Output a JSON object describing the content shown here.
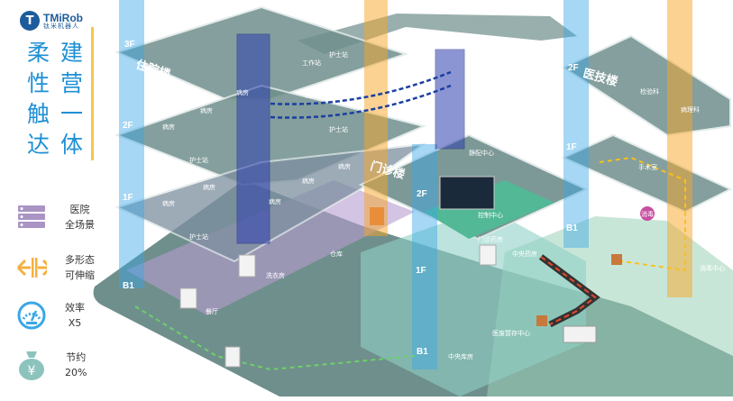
{
  "brand": {
    "logo_en": "TMiRob",
    "logo_cn": "钛米机器人"
  },
  "slogan": {
    "col1": [
      "柔",
      "性",
      "触",
      "达"
    ],
    "col2": [
      "建",
      "营",
      "一",
      "体"
    ]
  },
  "features": [
    {
      "icon": "server-icon",
      "line1": "医院",
      "line2": "全场景",
      "color": "#a994c4"
    },
    {
      "icon": "expand-arrows-icon",
      "line1": "多形态",
      "line2": "可伸缩",
      "color": "#f5b041"
    },
    {
      "icon": "speedometer-icon",
      "line1": "效率",
      "line2": "X5",
      "color": "#3aa7e6"
    },
    {
      "icon": "money-bag-icon",
      "line1": "节约",
      "line2": "20%",
      "color": "#8cc4bd"
    }
  ],
  "buildings": {
    "inpatient": {
      "name": "住院楼",
      "floors": [
        "3F",
        "2F",
        "1F",
        "B1"
      ],
      "rooms": {
        "workstation": "工作站",
        "nurse_station": "护士站",
        "ward": "病房",
        "canteen": "餐厅",
        "laundry": "洗衣房",
        "warehouse": "仓库"
      }
    },
    "outpatient": {
      "name": "门诊楼",
      "floors": [
        "2F",
        "1F",
        "B1"
      ],
      "rooms": {
        "pivas": "静配中心",
        "control": "控制中心",
        "outpatient_pharmacy": "门诊药房",
        "central_pharmacy": "中央药房",
        "medical_waste": "医废暂存中心",
        "central_store": "中央库房"
      }
    },
    "tech": {
      "name": "医技楼",
      "floors": [
        "2F",
        "1F",
        "B1"
      ],
      "rooms": {
        "lab": "检验科",
        "pathology": "病理科",
        "surgery": "手术室",
        "disinfect_badge": "消毒",
        "disinfect_center": "消毒中心"
      }
    }
  },
  "colors": {
    "floor": "#6f8f8c",
    "accent_blue": "#1e90d4",
    "orange": "#f7a526",
    "purple": "#b89cd0",
    "green": "#52b895"
  }
}
